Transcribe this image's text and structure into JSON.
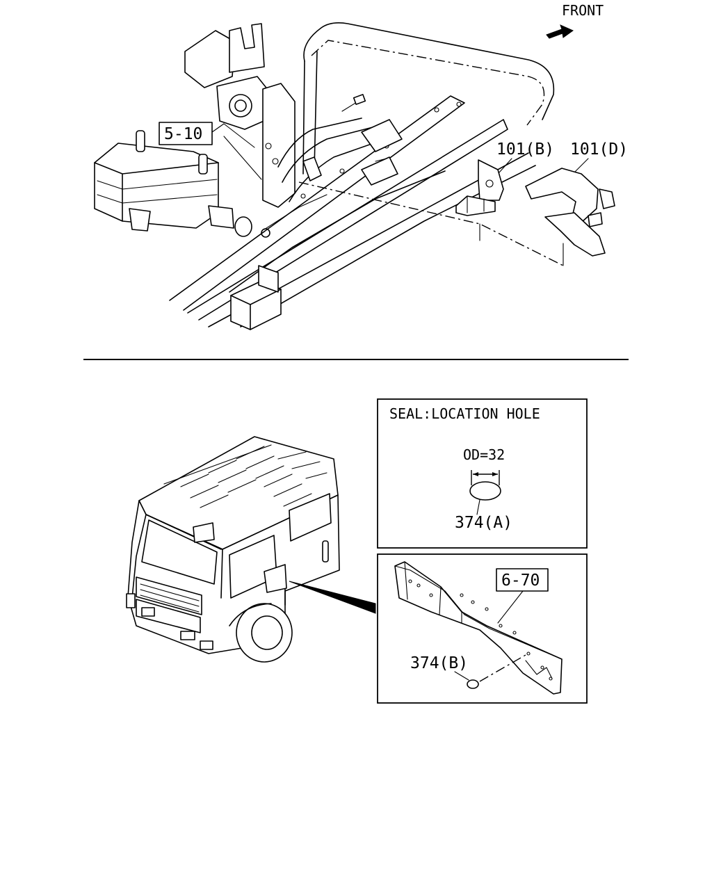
{
  "top_view": {
    "direction_label": "FRONT",
    "callouts": [
      {
        "id": "ref-5-10",
        "text": "5-10",
        "boxed": true
      },
      {
        "id": "part-101b",
        "text": "101(B)",
        "boxed": false
      },
      {
        "id": "part-101d",
        "text": "101(D)",
        "boxed": false
      }
    ]
  },
  "seal_detail": {
    "title": "SEAL:LOCATION HOLE",
    "dimension": "OD=32",
    "part": "374(A)"
  },
  "frame_detail": {
    "ref": "6-70",
    "part": "374(B)"
  }
}
